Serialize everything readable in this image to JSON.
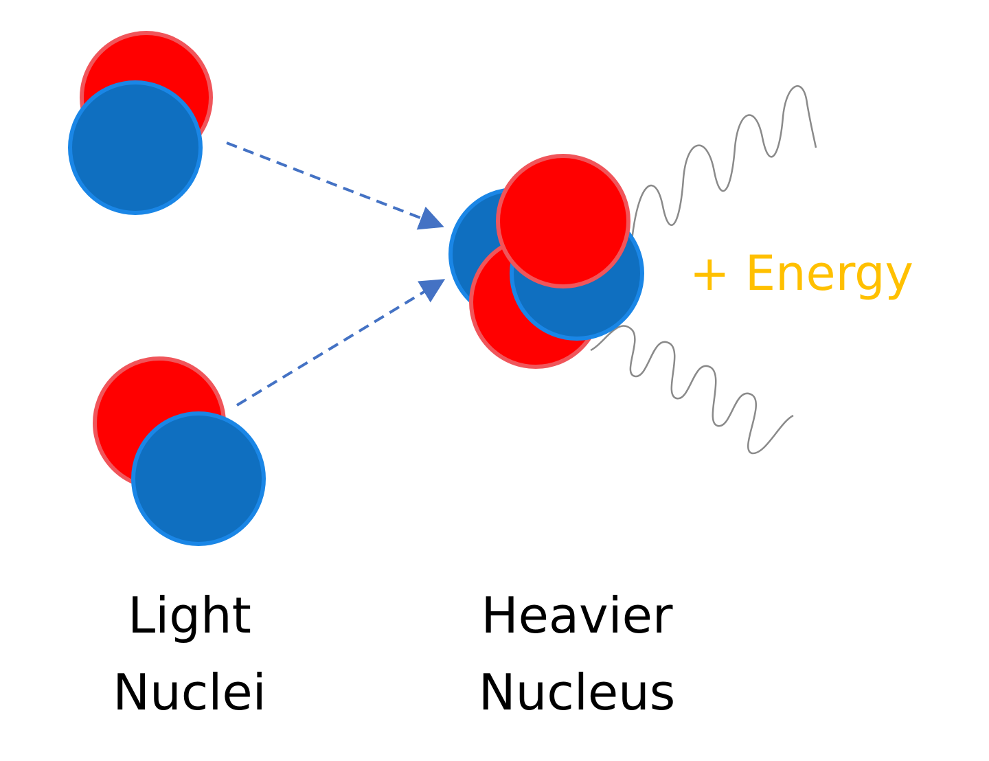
{
  "labels": {
    "light_line1": "Light",
    "light_line2": "Nuclei",
    "heavier_line1": "Heavier",
    "heavier_line2": "Nucleus",
    "energy": "+ Energy"
  },
  "colors": {
    "proton_fill": "#ff0000",
    "proton_stroke": "#f0555a",
    "neutron_fill": "#0f6fc0",
    "neutron_stroke": "#1a86e6",
    "arrow": "#4472c4",
    "wave": "#8a8a8a",
    "energy_text": "#ffc000",
    "caption_text": "#000000"
  }
}
